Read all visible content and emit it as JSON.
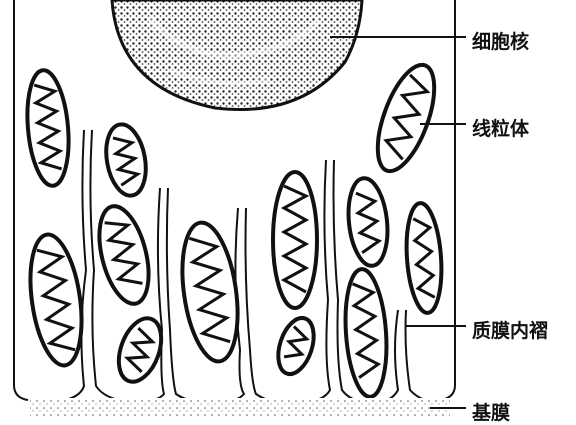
{
  "labels": {
    "nucleus": "细胞核",
    "mitochondrion": "线粒体",
    "membrane_infolding": "质膜内褶",
    "basement_membrane": "基膜"
  },
  "colors": {
    "ink": "#111111",
    "background": "#ffffff"
  }
}
